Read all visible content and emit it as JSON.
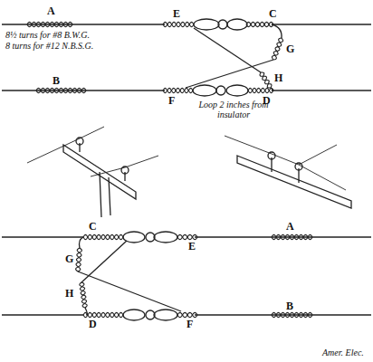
{
  "diagram": {
    "labels": [
      "A",
      "8½ turns for #8 B.W.G.",
      "8 turns for #12 N.B.S.G.",
      "E",
      "C",
      "G",
      "H",
      "B",
      "F",
      "D",
      "Loop 2 inches from insulator",
      "C",
      "E",
      "A",
      "G",
      "H",
      "D",
      "F",
      "B",
      "Amer. Elec."
    ]
  }
}
